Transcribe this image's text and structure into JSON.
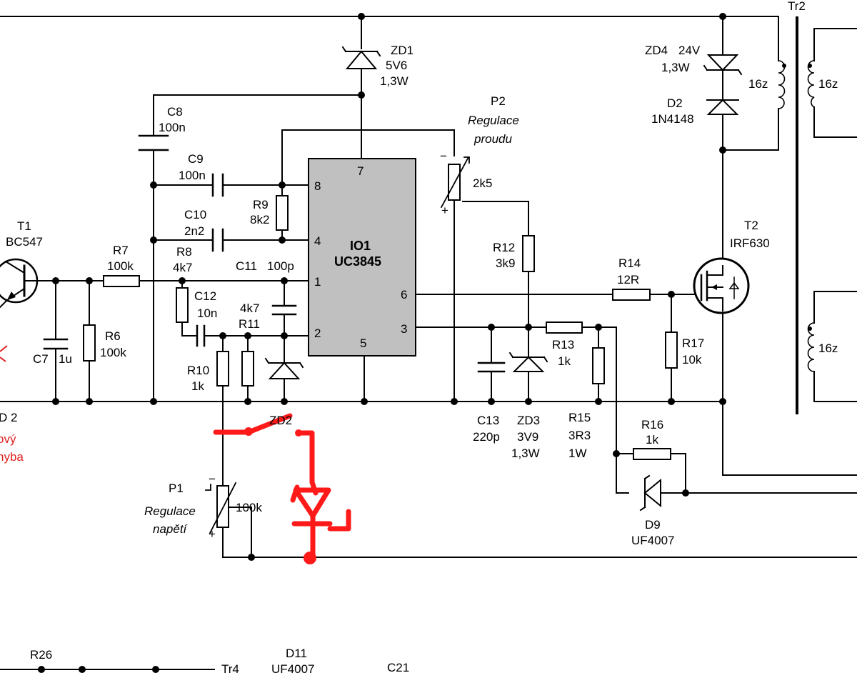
{
  "colors": {
    "wire": "#000000",
    "ic_body": "#c0c0c0",
    "marker": "#ff1a1a",
    "red_text": "#e02020"
  },
  "components": {
    "zd1": {
      "ref": "ZD1",
      "value": "5V6",
      "rating": "1,3W"
    },
    "zd4": {
      "ref": "ZD4",
      "value": "24V",
      "rating": "1,3W"
    },
    "d2": {
      "ref": "D2",
      "value": "1N4148"
    },
    "tr2": {
      "ref": "Tr2",
      "winding": "16z"
    },
    "p2": {
      "ref": "P2",
      "desc1": "Regulace",
      "desc2": "proudu",
      "value": "2k5",
      "minus": "−",
      "plus": "+"
    },
    "c8": {
      "ref": "C8",
      "value": "100n"
    },
    "c9": {
      "ref": "C9",
      "value": "100n"
    },
    "c10": {
      "ref": "C10",
      "value": "2n2"
    },
    "r9": {
      "ref": "R9",
      "value": "8k2"
    },
    "ic": {
      "ref": "IO1",
      "type": "UC3845",
      "pins": {
        "p1": "1",
        "p2": "2",
        "p3": "3",
        "p4": "4",
        "p5": "5",
        "p6": "6",
        "p7": "7",
        "p8": "8"
      }
    },
    "t1": {
      "ref": "T1",
      "type": "BC547"
    },
    "r7": {
      "ref": "R7",
      "value": "100k"
    },
    "r8": {
      "ref": "R8",
      "value": "4k7"
    },
    "c11": {
      "ref": "C11",
      "value": "100p"
    },
    "c12": {
      "ref": "C12",
      "value": "10n"
    },
    "r11": {
      "ref": "R11",
      "value": "4k7"
    },
    "r12": {
      "ref": "R12",
      "value": "3k9"
    },
    "r14": {
      "ref": "R14",
      "value": "12R"
    },
    "t2": {
      "ref": "T2",
      "type": "IRF630"
    },
    "r17": {
      "ref": "R17",
      "value": "10k"
    },
    "r13": {
      "ref": "R13",
      "value": "1k"
    },
    "r6": {
      "ref": "R6",
      "value": "100k"
    },
    "c7": {
      "ref": "C7",
      "value": "1u"
    },
    "r10": {
      "ref": "R10",
      "value": "1k"
    },
    "c13": {
      "ref": "C13",
      "value": "220p"
    },
    "zd3": {
      "ref": "ZD3",
      "value": "3V9",
      "rating": "1,3W"
    },
    "r15": {
      "ref": "R15",
      "value": "3R3",
      "rating": "1W"
    },
    "r16": {
      "ref": "R16",
      "value": "1k"
    },
    "d9": {
      "ref": "D9",
      "value": "UF4007"
    },
    "zd2": {
      "ref": "ZD2"
    },
    "p1": {
      "ref": "P1",
      "desc1": "Regulace",
      "desc2": "napětí",
      "value": "100k",
      "minus": "−",
      "plus": "+"
    },
    "r26": {
      "ref": "R26"
    },
    "tr4": {
      "ref": "Tr4"
    },
    "d11": {
      "ref": "D11",
      "value": "UF4007"
    },
    "c21": {
      "ref": "C21"
    }
  },
  "edge": {
    "led_ref": "D 2",
    "note1": "ový",
    "note2": "hyba"
  }
}
